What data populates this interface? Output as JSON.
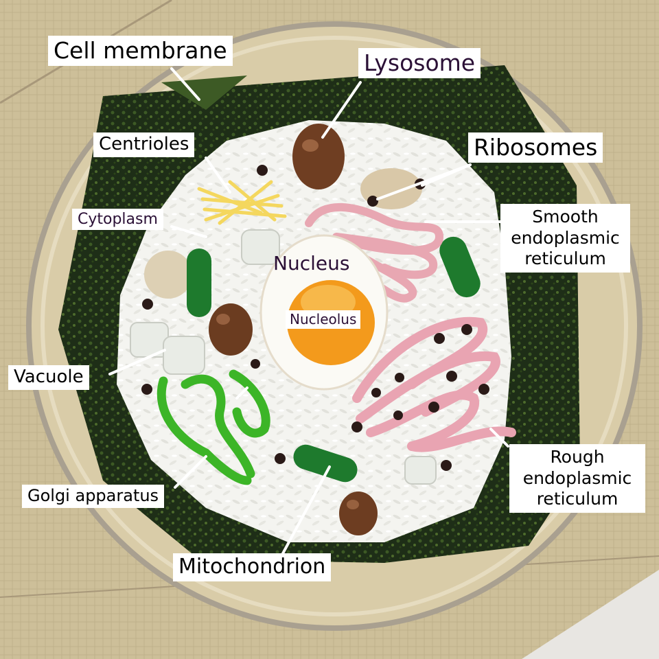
{
  "diagram": {
    "labels": {
      "cell_membrane": "Cell membrane",
      "lysosome": "Lysosome",
      "centrioles": "Centrioles",
      "ribosomes": "Ribosomes",
      "cytoplasm": "Cytoplasm",
      "smooth_er": "Smooth\nendoplasmic\nreticulum",
      "nucleus": "Nucleus",
      "nucleolus": "Nucleolus",
      "vacuole": "Vacuole",
      "golgi": "Golgi apparatus",
      "rough_er": "Rough\nendoplasmic\nreticulum",
      "mitochondrion": "Mitochondrion"
    }
  }
}
